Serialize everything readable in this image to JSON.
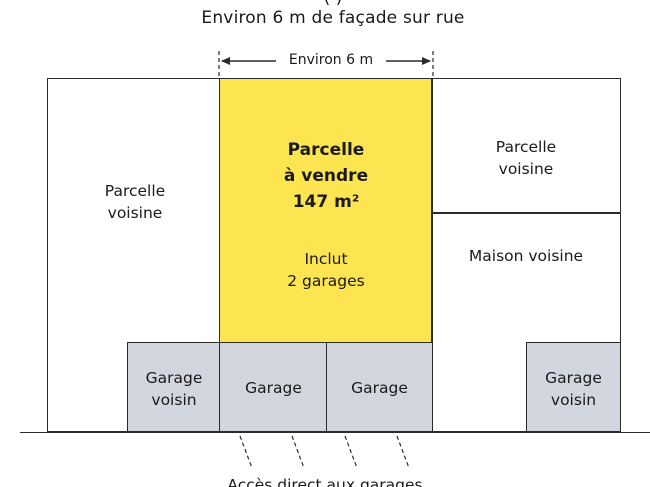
{
  "header": {
    "title_cut": "(                  )",
    "subtitle": "Environ 6 m de façade sur rue"
  },
  "dimension": {
    "label": "Environ 6 m"
  },
  "left_parcel": {
    "line1": "Parcelle",
    "line2": "voisine"
  },
  "plot": {
    "line1": "Parcelle",
    "line2": "à vendre",
    "area": "147 m²",
    "note1": "Inclut",
    "note2": "2 garages",
    "color": "#fde551"
  },
  "right_parcel": {
    "line1": "Parcelle",
    "line2": "voisine"
  },
  "right_house": {
    "label": "Maison voisine"
  },
  "garages": {
    "left_neighbor": {
      "line1": "Garage",
      "line2": "voisin"
    },
    "plot_garage_1": "Garage",
    "plot_garage_2": "Garage",
    "right_neighbor": {
      "line1": "Garage",
      "line2": "voisin"
    },
    "color": "#d2d6de"
  },
  "access": {
    "label": "Accès direct aux garages"
  }
}
